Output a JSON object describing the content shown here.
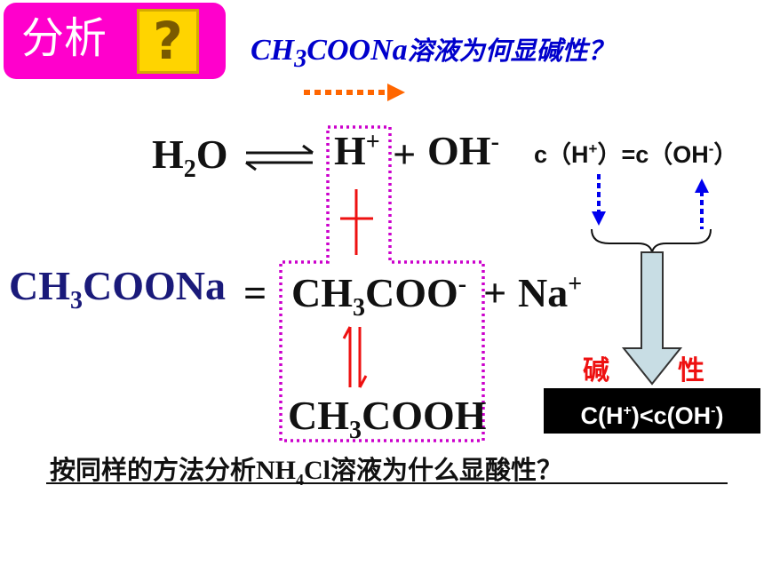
{
  "header": {
    "badge_label": "分析",
    "question_mark": "?",
    "question_formula": {
      "a": "CH",
      "sub": "3",
      "b": "COONa"
    },
    "question_text": "溶液为何显碱性？"
  },
  "water_equation": {
    "lhs": {
      "a": "H",
      "sub": "2",
      "b": "O"
    },
    "h_ion": {
      "base": "H",
      "sup": "+"
    },
    "plus": "+",
    "oh_ion": {
      "base": "OH",
      "sup": "-"
    }
  },
  "concentration_note": {
    "text_1": "c（H",
    "sup_1": "+",
    "text_2": "）=c（OH",
    "sup_2": "-",
    "text_3": "）"
  },
  "salt_equation": {
    "lhs": {
      "a": "CH",
      "sub": "3",
      "b": "COONa"
    },
    "equals": "=",
    "acetate": {
      "a": "CH",
      "sub": "3",
      "b": "COO",
      "sup": "-"
    },
    "plus": "+",
    "sodium": {
      "base": "Na",
      "sup": "+"
    }
  },
  "acetic_acid": {
    "a": "CH",
    "sub": "3",
    "b": "COOH"
  },
  "basicity_label": {
    "char_1": "碱",
    "char_2": "性"
  },
  "result_box": {
    "text_1": "C(H",
    "sup_1": "+",
    "text_2": ")<c(OH",
    "sup_2": "-",
    "text_3": ")"
  },
  "bottom_question": {
    "text_1": "按同样的方法分析",
    "formula_a": "NH",
    "formula_sub": "4",
    "formula_b": "Cl",
    "text_2": "溶液为什么显酸性？"
  },
  "colors": {
    "badge": "#ff00cc",
    "question_box": "#ffd400",
    "question_text": "#0000cc",
    "dotted_box": "#cc00cc",
    "arrow_orange": "#ff6600",
    "arrow_blue": "#0000ee",
    "red": "#ee1111",
    "navy": "#1a1a7a",
    "down_arrow_fill": "#c8dde4"
  }
}
